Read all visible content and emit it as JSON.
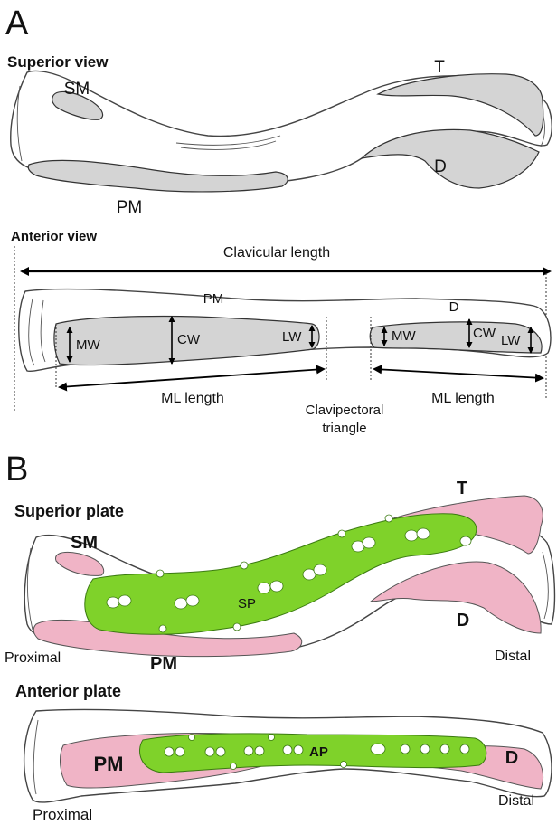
{
  "panel_a": {
    "letter": "A",
    "superior_view": {
      "title": "Superior view",
      "labels": {
        "sm": "SM",
        "t": "T",
        "pm": "PM",
        "d": "D"
      }
    },
    "anterior_view": {
      "title": "Anterior view",
      "clavicular_length": "Clavicular length",
      "labels": {
        "pm": "PM",
        "d": "D"
      },
      "measures_medial": {
        "mw": "MW",
        "cw": "CW",
        "lw": "LW",
        "length": "ML length"
      },
      "measures_lateral": {
        "mw": "MW",
        "cw": "CW",
        "lw": "LW",
        "length": "ML length"
      },
      "clavipectoral_line1": "Clavipectoral",
      "clavipectoral_line2": "triangle"
    }
  },
  "panel_b": {
    "letter": "B",
    "superior_plate": {
      "title": "Superior plate",
      "labels": {
        "sm": "SM",
        "t": "T",
        "pm": "PM",
        "d": "D",
        "sp": "SP",
        "proximal": "Proximal",
        "distal": "Distal"
      }
    },
    "anterior_plate": {
      "title": "Anterior plate",
      "labels": {
        "pm": "PM",
        "d": "D",
        "ap": "AP",
        "proximal": "Proximal",
        "distal": "Distal"
      }
    }
  },
  "colors": {
    "muscle_region_gray": "#d4d4d4",
    "muscle_region_pink": "#f0b4c6",
    "plate_green": "#7fd22a",
    "outline": "#444444"
  }
}
